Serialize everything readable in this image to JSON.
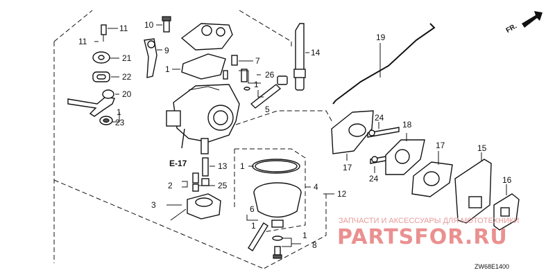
{
  "diagram": {
    "code": "ZW68E1400",
    "direction_label": "FR.",
    "ref_label": "E-17",
    "labels": {
      "n1_a": "1",
      "n1_b": "1",
      "n1_c": "1",
      "n1_d": "1",
      "n1_e": "1",
      "n1_f": "1",
      "n2": "2",
      "n3": "3",
      "n4": "4",
      "n5": "5",
      "n6": "6",
      "n7": "7",
      "n8": "8",
      "n9": "9",
      "n10": "10",
      "n11_a": "11",
      "n11_b": "11",
      "n12": "12",
      "n13": "13",
      "n14": "14",
      "n15": "15",
      "n16": "16",
      "n17_a": "17",
      "n17_b": "17",
      "n18": "18",
      "n19": "19",
      "n20": "20",
      "n21": "21",
      "n22": "22",
      "n23": "23",
      "n24_a": "24",
      "n24_b": "24",
      "n25": "25",
      "n26": "26"
    }
  },
  "watermark": {
    "tagline": "ЗАПЧАСТИ И АКСЕССУАРЫ ДЛЯ МОТОТЕХНИКИ",
    "brand": "PARTSFOR.RU"
  }
}
